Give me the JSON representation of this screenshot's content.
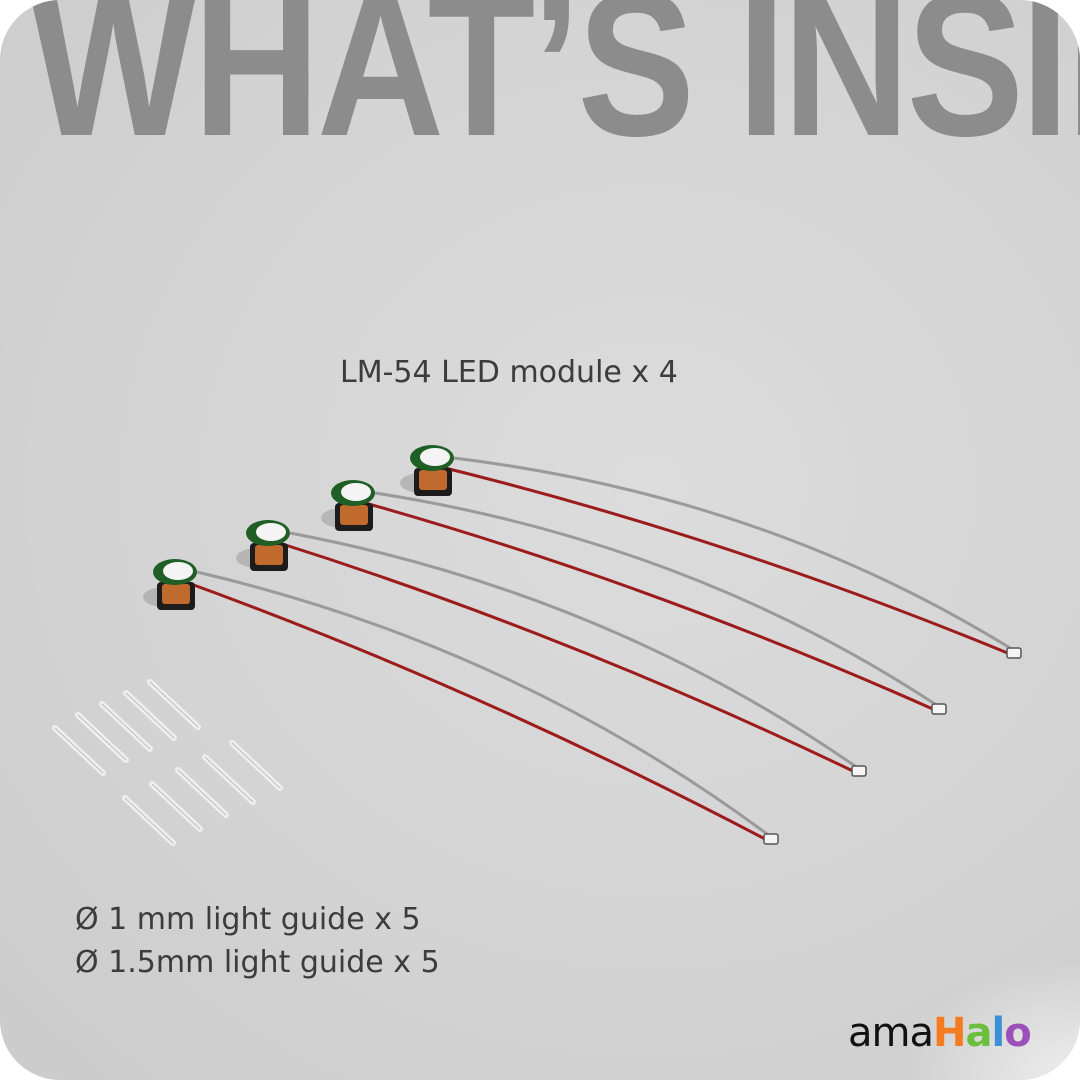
{
  "title": "WHAT’S INSIDE",
  "module_label": "LM-54 LED module x 4",
  "guide_labels": [
    "Ø 1 mm light guide x 5",
    "Ø 1.5mm light guide x 5"
  ],
  "brand": {
    "part1": "ama",
    "letters": [
      "H",
      "a",
      "l",
      "o"
    ],
    "colors": [
      "#f47b20",
      "#f47b20",
      "#6cbf3d",
      "#3f8fd6",
      "#9b4fb8"
    ]
  },
  "colors": {
    "background": "#d4d4d4",
    "title": "#8c8c8c",
    "wire_red": "#9c1b1b",
    "wire_grey": "#9a9a9a"
  }
}
